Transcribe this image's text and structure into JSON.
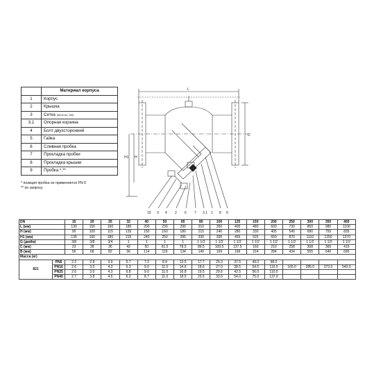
{
  "materials": {
    "header": "Материал корпуса",
    "rows": [
      {
        "num": "1",
        "name": "Корпус"
      },
      {
        "num": "2",
        "name": "Крышка"
      },
      {
        "num": "3",
        "name": "Сетка",
        "sub": "(Ø0,8 mm, 150)"
      },
      {
        "num": "3.1",
        "name": "Опорная корзина"
      },
      {
        "num": "4",
        "name": "Болт двухсторонний"
      },
      {
        "num": "5",
        "name": "Гайка"
      },
      {
        "num": "6",
        "name": "Сливная пробка"
      },
      {
        "num": "7",
        "name": "Прокладка пробки"
      },
      {
        "num": "8",
        "name": "Прокладка крышки"
      },
      {
        "num": "9",
        "name": "Пробка *,**"
      }
    ]
  },
  "notes": {
    "note1": "* позиция пробка не применяется PN 6",
    "note2": "** по запросу"
  },
  "drawing": {
    "dim_top": "L",
    "dim_right": "D",
    "dim_left_h1": "H1",
    "dim_left_h": "H",
    "callouts": [
      "10",
      "3",
      "4",
      "2",
      "6",
      "7",
      "3.1",
      "1",
      "8",
      "9"
    ]
  },
  "dims_table": {
    "dn_label": "DN",
    "dn": [
      "15",
      "20",
      "25",
      "32",
      "40",
      "50",
      "65",
      "80",
      "100",
      "125",
      "150",
      "200",
      "250",
      "300",
      "350",
      "400"
    ],
    "rows": [
      {
        "label": "L (мм)",
        "values": [
          "130",
          "150",
          "160",
          "180",
          "200",
          "230",
          "290",
          "310",
          "350",
          "400",
          "480",
          "600",
          "730",
          "850",
          "980",
          "1100"
        ]
      },
      {
        "label": "H (мм)",
        "values": [
          "90",
          "100",
          "115",
          "135",
          "150",
          "160",
          "180",
          "215",
          "240",
          "280",
          "330",
          "405",
          "540",
          "680",
          "755",
          "835"
        ]
      },
      {
        "label": "H1 (мм)",
        "values": [
          "135",
          "160",
          "180",
          "215",
          "240",
          "250",
          "285",
          "330",
          "395",
          "455",
          "525",
          "650",
          "870",
          "1110",
          "1250",
          "1370"
        ]
      },
      {
        "label": "G (дюйм)",
        "values": [
          "3/8",
          "3/8",
          "3/4",
          "1",
          "1",
          "1",
          "1",
          "1 1/2",
          "1 1/2",
          "1 1/2",
          "1 1/2",
          "1 1/2",
          "1 1/2",
          "1 1/2",
          "1 1/2",
          "1 1/2"
        ]
      },
      {
        "label": "C (мм)",
        "values": [
          "23",
          "28",
          "36",
          "42",
          "50",
          "61.5",
          "78.5",
          "89.5",
          "109.5",
          "137.5",
          "160",
          "210",
          "258",
          "308",
          "365",
          "415"
        ]
      },
      {
        "label": "B (мм)",
        "values": [
          "56",
          "68",
          "82",
          "96",
          "114",
          "119",
          "134",
          "149",
          "169",
          "199",
          "224",
          "284",
          "434",
          "555",
          "640",
          "695"
        ]
      }
    ],
    "mass_label": "Масса (кг)",
    "mass_group": "821",
    "mass_rows": [
      {
        "pn": "PN6",
        "values": [
          "2.2",
          "2.8",
          "3.9",
          "5.7",
          "7.3",
          "8.4",
          "13.5",
          "17.7",
          "25.3",
          "37.5",
          "49.0",
          "98.0",
          "",
          "",
          "",
          ""
        ]
      },
      {
        "pn": "PN16",
        "values": [
          "2.6",
          "3.0",
          "4.3",
          "6.3",
          "9.0",
          "11.0",
          "14.6",
          "18.6",
          "27.0",
          "38.5",
          "54.5",
          "110.0",
          "165.0",
          "285.0",
          "373.0",
          "540.0"
        ]
      },
      {
        "pn": "PN25",
        "values": [
          "2.6",
          "3.0",
          "4.3",
          "6.8",
          "9.0",
          "11.0",
          "16.8",
          "19.5",
          "29.6",
          "42.5",
          "56.0",
          "110.0",
          "",
          "",
          "",
          ""
        ]
      },
      {
        "pn": "PN40",
        "values": [
          "2.7",
          "3.8",
          "4.5",
          "6.3",
          "8.7",
          "11.0",
          "18.5",
          "23.5",
          "33.0",
          "54.0",
          "75.0",
          "137.0",
          "",
          "",
          "",
          ""
        ]
      }
    ]
  }
}
